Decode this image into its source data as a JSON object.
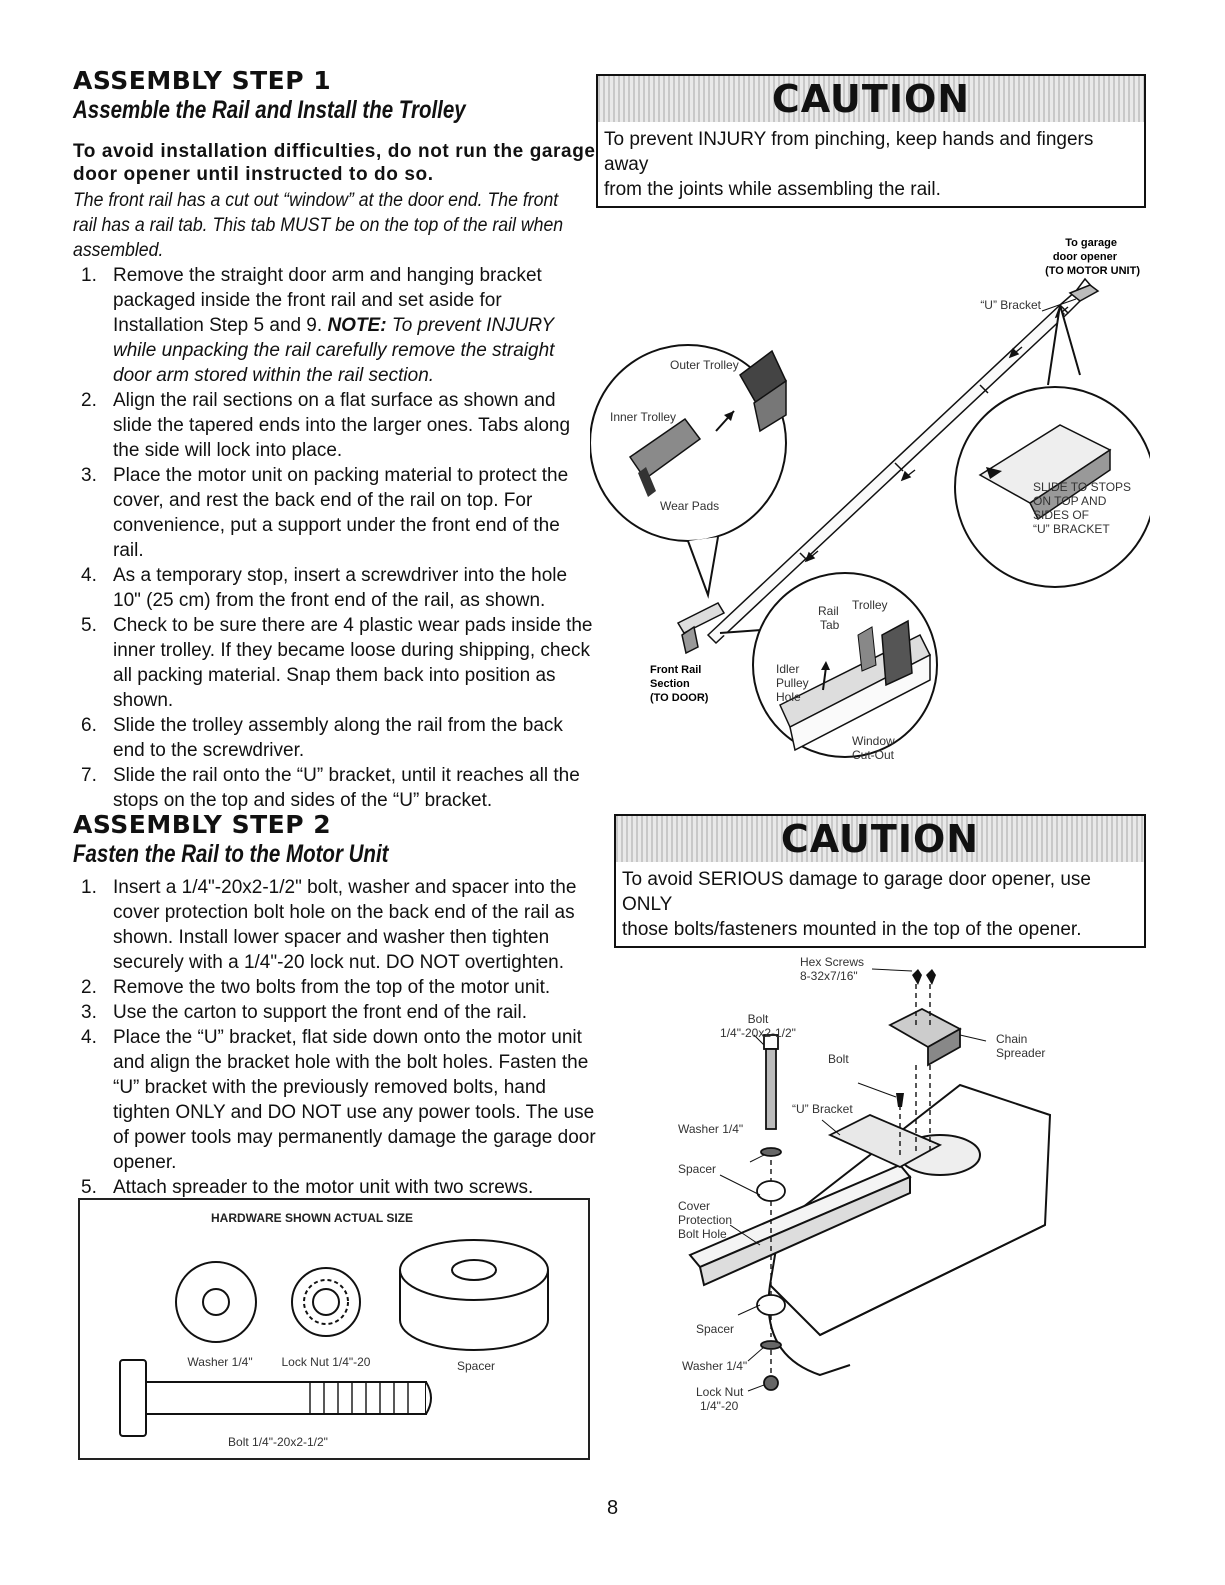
{
  "step1": {
    "title": "ASSEMBLY STEP 1",
    "subtitle": "Assemble the Rail and Install the Trolley",
    "warning_line1": "To avoid installation difficulties, do not run the garage",
    "warning_line2": "door opener until instructed to do so.",
    "intro_line1": "The front rail has a cut out “window” at the door end. The front",
    "intro_line2": "rail has a rail tab. This tab MUST be on the top of the rail when",
    "intro_line3": "assembled.",
    "items": [
      {
        "num": "1.",
        "text": "Remove the straight door arm and hanging bracket packaged inside the front rail and set aside for Installation Step 5 and 9. ",
        "note_label": "NOTE:",
        "note_text": " To prevent INJURY while unpacking the rail carefully remove the straight door arm stored within the rail section."
      },
      {
        "num": "2.",
        "text": "Align the rail sections on a flat surface as shown and slide the tapered ends into the larger ones. Tabs along the side will lock into place."
      },
      {
        "num": "3.",
        "text": "Place the motor unit on packing material to protect the cover, and rest the back end of the rail on top. For convenience, put a support under the front end of the rail."
      },
      {
        "num": "4.",
        "text": "As a temporary stop, insert a screwdriver into the hole 10\" (25 cm) from the front end of the rail, as shown."
      },
      {
        "num": "5.",
        "text": "Check to be sure there are 4 plastic wear pads inside the inner trolley. If they became loose during shipping, check all packing material. Snap them back into position as shown."
      },
      {
        "num": "6.",
        "text": "Slide the trolley assembly along the rail from the back end to the screwdriver."
      },
      {
        "num": "7.",
        "text": "Slide the rail onto the “U” bracket, until it reaches all the stops on the top and sides of the “U” bracket."
      }
    ]
  },
  "caution1": {
    "heading": "CAUTION",
    "line1": "To prevent INJURY from pinching, keep hands and fingers away",
    "line2": "from the joints while assembling the rail."
  },
  "diagram1": {
    "to_garage_1": "To garage",
    "to_garage_2": "door opener",
    "to_garage_3": "(TO MOTOR UNIT)",
    "u_bracket": "“U” Bracket",
    "outer_trolley": "Outer Trolley",
    "inner_trolley": "Inner Trolley",
    "wear_pads": "Wear Pads",
    "slide_1": "SLIDE TO STOPS",
    "slide_2": "ON TOP AND",
    "slide_3": "SIDES OF",
    "slide_4": "“U” BRACKET",
    "rail_tab_1": "Rail",
    "rail_tab_2": "Tab",
    "trolley": "Trolley",
    "idler_1": "Idler",
    "idler_2": "Pulley",
    "idler_3": "Hole",
    "window_1": "Window",
    "window_2": "Cut-Out",
    "front_rail_1": "Front Rail",
    "front_rail_2": "Section",
    "front_rail_3": "(TO DOOR)"
  },
  "step2": {
    "title": "ASSEMBLY STEP 2",
    "subtitle": "Fasten the Rail to the Motor Unit",
    "items": [
      {
        "num": "1.",
        "text": "Insert a 1/4\"-20x2-1/2\" bolt, washer and spacer into the cover protection bolt hole on the back end of the rail as shown. Install lower spacer and washer then tighten securely with a 1/4\"-20 lock nut. DO NOT overtighten."
      },
      {
        "num": "2.",
        "text": "Remove the two bolts from the top of the motor unit."
      },
      {
        "num": "3.",
        "text": "Use the carton to support the front end of the rail."
      },
      {
        "num": "4.",
        "text": "Place the “U” bracket, flat side down onto the motor unit and align the bracket hole with the bolt holes. Fasten the “U” bracket with the previously removed bolts, hand tighten ONLY and DO NOT use any power tools. The use of power tools may permanently damage the garage door opener."
      },
      {
        "num": "5.",
        "text": "Attach spreader to the motor unit with two screws."
      }
    ]
  },
  "caution2": {
    "heading": "CAUTION",
    "line1": "To avoid SERIOUS damage to garage door opener, use ONLY",
    "line2": "those bolts/fasteners mounted in the top of the opener."
  },
  "hardware": {
    "title": "HARDWARE SHOWN ACTUAL SIZE",
    "washer": "Washer  1/4\"",
    "lock_nut": "Lock Nut 1/4\"-20",
    "spacer": "Spacer",
    "bolt": "Bolt 1/4\"-20x2-1/2\""
  },
  "diagram2": {
    "hex_1": "Hex Screws",
    "hex_2": "8-32x7/16\"",
    "bolt_a1": "Bolt",
    "bolt_a2": "1/4\"-20x2-1/2\"",
    "chain_1": "Chain",
    "chain_2": "Spreader",
    "bolt_b": "Bolt",
    "u_bracket": "“U” Bracket",
    "washer_top": "Washer 1/4\"",
    "spacer_top": "Spacer",
    "cover_1": "Cover",
    "cover_2": "Protection",
    "cover_3": "Bolt Hole",
    "spacer_bot": "Spacer",
    "washer_bot": "Washer  1/4\"",
    "locknut_1": "Lock Nut",
    "locknut_2": "1/4\"-20"
  },
  "page_number": "8"
}
